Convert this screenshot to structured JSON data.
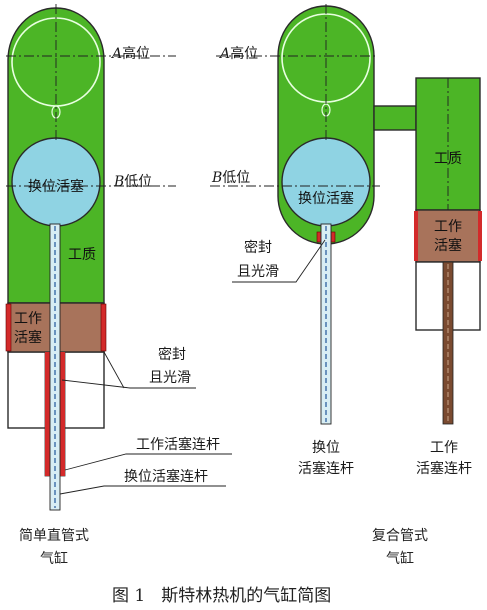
{
  "labels": {
    "a_level_letter": "A",
    "a_level_text": "高位",
    "b_level_letter": "B",
    "b_level_text": "低位",
    "displacer": "换位活塞",
    "working_medium": "工质",
    "working_piston_line1": "工作",
    "working_piston_line2": "活塞",
    "seal_line1": "密封",
    "seal_line2": "且光滑",
    "working_rod": "工作活塞连杆",
    "displacer_rod": "换位活塞连杆",
    "right_displacer_rod_line1": "换位",
    "right_displacer_rod_line2": "活塞连杆",
    "right_working_rod_line1": "工作",
    "right_working_rod_line2": "活塞连杆"
  },
  "subtitles": {
    "left_line1": "简单直管式",
    "left_line2": "气缸",
    "right_line1": "复合管式",
    "right_line2": "气缸"
  },
  "caption": {
    "number": "图 1",
    "text": "斯特林热机的气缸简图"
  },
  "colors": {
    "working_medium_green": "#4cb526",
    "displacer_cyan": "#8fd3e3",
    "piston_brown": "#a8735b",
    "seal_red": "#d32a2a",
    "rod_blue": "#3a6aa6",
    "rod_brown": "#7a4a30"
  }
}
